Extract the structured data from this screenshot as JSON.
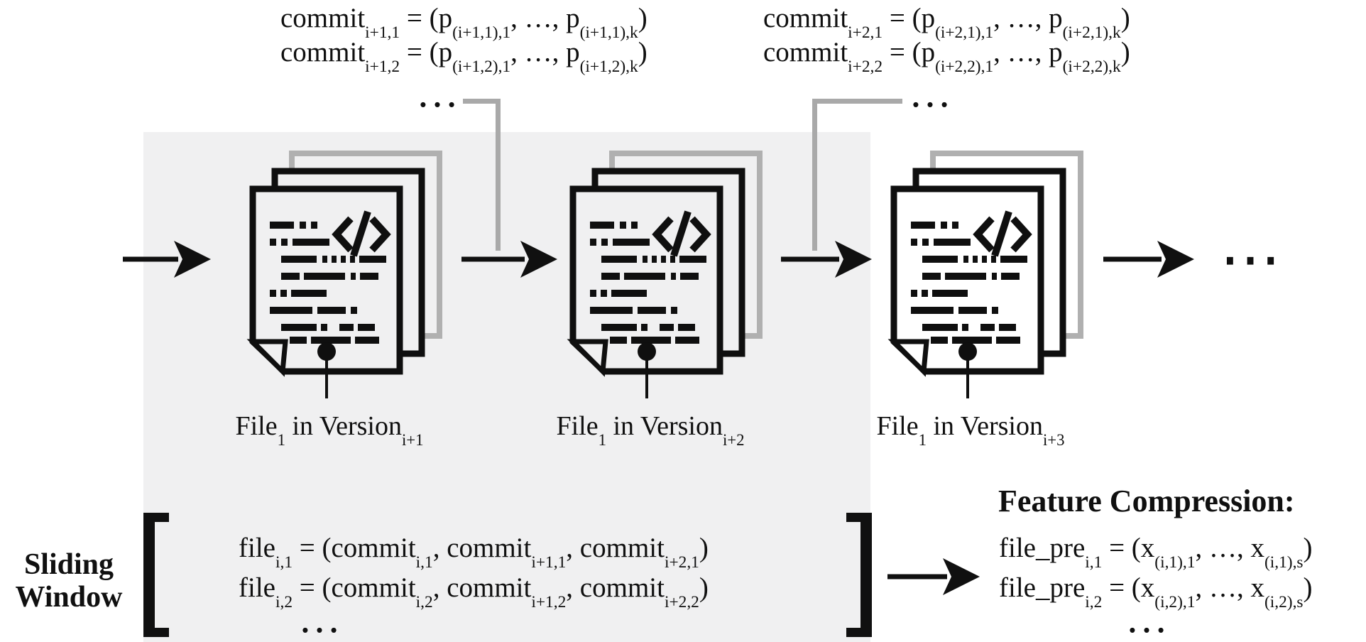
{
  "palette": {
    "panel_bg": "#f0f0f1",
    "connector_gray": "#a9a9a9",
    "page_gray": "#b0b0b0",
    "ink": "#101010"
  },
  "top_formulas": {
    "group1": {
      "line1": [
        {
          "t": "commit"
        },
        {
          "s": "i+1,1"
        },
        {
          "t": " = (p"
        },
        {
          "s": "(i+1,1),1"
        },
        {
          "t": ", …, p"
        },
        {
          "s": "(i+1,1),k"
        },
        {
          "t": ")"
        }
      ],
      "line2": [
        {
          "t": "commit"
        },
        {
          "s": "i+1,2"
        },
        {
          "t": " = (p"
        },
        {
          "s": "(i+1,2),1"
        },
        {
          "t": ", …, p"
        },
        {
          "s": "(i+1,2),k"
        },
        {
          "t": ")"
        }
      ],
      "ellipsis": "…"
    },
    "group2": {
      "line1": [
        {
          "t": "commit"
        },
        {
          "s": "i+2,1"
        },
        {
          "t": " = (p"
        },
        {
          "s": "(i+2,1),1"
        },
        {
          "t": ", …, p"
        },
        {
          "s": "(i+2,1),k"
        },
        {
          "t": ")"
        }
      ],
      "line2": [
        {
          "t": "commit"
        },
        {
          "s": "i+2,2"
        },
        {
          "t": " = (p"
        },
        {
          "s": "(i+2,2),1"
        },
        {
          "t": ", …, p"
        },
        {
          "s": "(i+2,2),k"
        },
        {
          "t": ")"
        }
      ],
      "ellipsis": "…"
    }
  },
  "timeline": {
    "trailing_ellipsis": "⋯",
    "files": [
      {
        "label": [
          {
            "t": "File"
          },
          {
            "s": "1"
          },
          {
            "t": " in Version"
          },
          {
            "s": "i+1"
          }
        ]
      },
      {
        "label": [
          {
            "t": "File"
          },
          {
            "s": "1"
          },
          {
            "t": " in Version"
          },
          {
            "s": "i+2"
          }
        ]
      },
      {
        "label": [
          {
            "t": "File"
          },
          {
            "s": "1"
          },
          {
            "t": " in Version"
          },
          {
            "s": "i+3"
          }
        ]
      }
    ]
  },
  "sliding_window": {
    "label_line1": "Sliding",
    "label_line2": "Window",
    "eq1": [
      {
        "t": "file"
      },
      {
        "s": "i,1"
      },
      {
        "t": " = (commit"
      },
      {
        "s": "i,1"
      },
      {
        "t": ", commit"
      },
      {
        "s": "i+1,1"
      },
      {
        "t": ", commit"
      },
      {
        "s": "i+2,1"
      },
      {
        "t": ")"
      }
    ],
    "eq2": [
      {
        "t": "file"
      },
      {
        "s": "i,2"
      },
      {
        "t": " = (commit"
      },
      {
        "s": "i,2"
      },
      {
        "t": ", commit"
      },
      {
        "s": "i+1,2"
      },
      {
        "t": ", commit"
      },
      {
        "s": "i+2,2"
      },
      {
        "t": ")"
      }
    ],
    "ellipsis": "…"
  },
  "feature_compression": {
    "heading": "Feature Compression:",
    "eq1": [
      {
        "t": "file_pre"
      },
      {
        "s": "i,1"
      },
      {
        "t": " = (x"
      },
      {
        "s": "(i,1),1"
      },
      {
        "t": ", …, x"
      },
      {
        "s": "(i,1),s"
      },
      {
        "t": ")"
      }
    ],
    "eq2": [
      {
        "t": "file_pre"
      },
      {
        "s": "i,2"
      },
      {
        "t": " = (x"
      },
      {
        "s": "(i,2),1"
      },
      {
        "t": ", …, x"
      },
      {
        "s": "(i,2),s"
      },
      {
        "t": ")"
      }
    ],
    "ellipsis": "…"
  }
}
